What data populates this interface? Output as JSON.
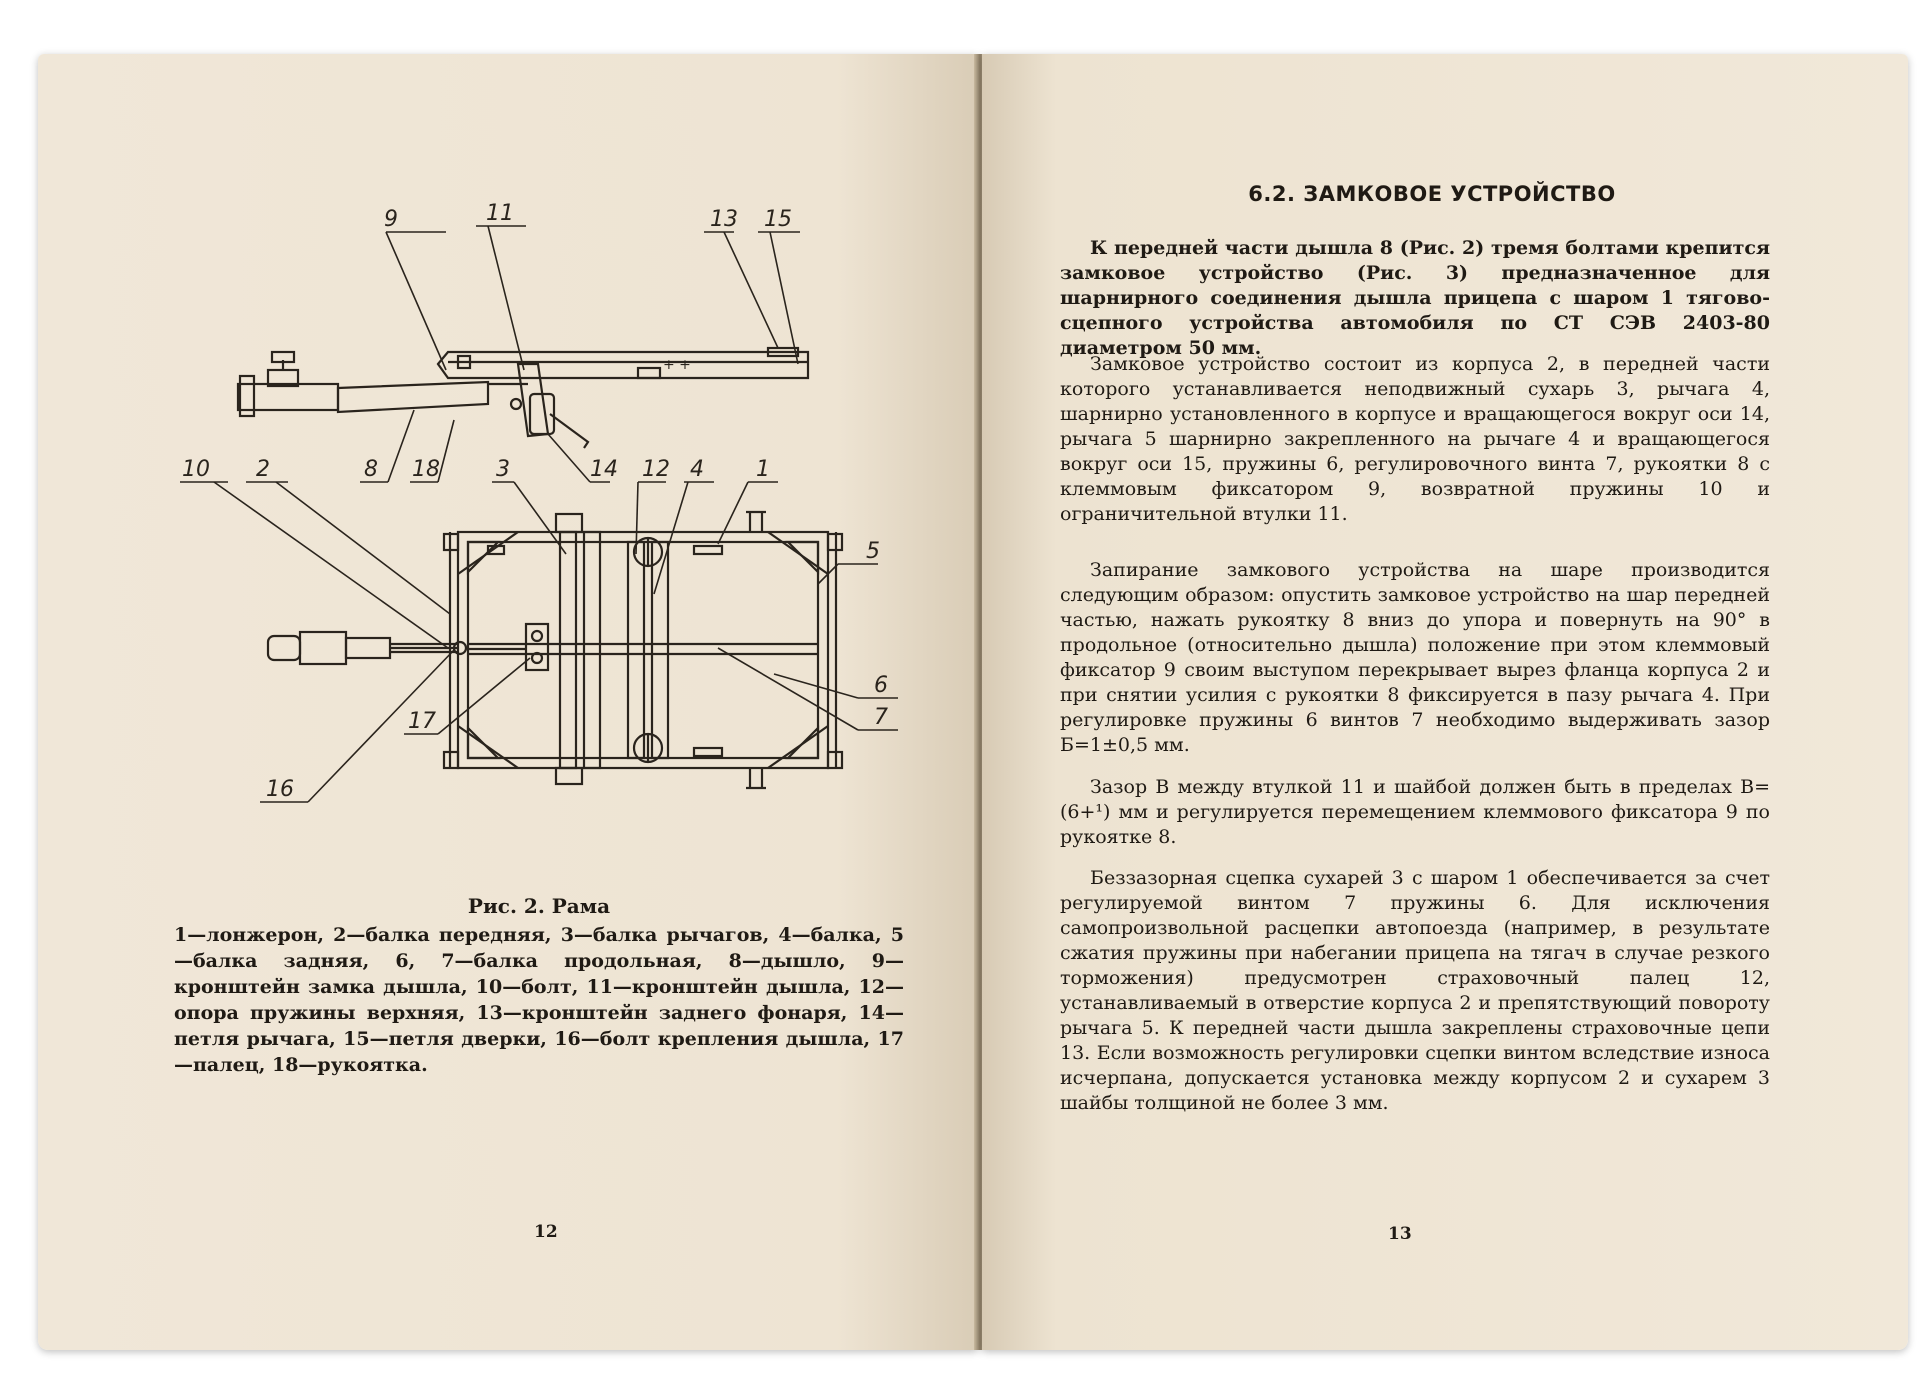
{
  "left_page": {
    "figure_labels": {
      "n9": "9",
      "n11": "11",
      "n13": "13",
      "n15": "15",
      "n10": "10",
      "n2": "2",
      "n8": "8",
      "n18": "18",
      "n3": "3",
      "n14": "14",
      "n12": "12",
      "n4": "4",
      "n1": "1",
      "n5": "5",
      "n6": "6",
      "n7": "7",
      "n17": "17",
      "n16": "16"
    },
    "caption_title": "Рис. 2. Рама",
    "caption_text": "1—лонжерон, 2—балка передняя, 3—балка рычагов, 4—балка, 5—балка задняя, 6, 7—балка продольная, 8—дышло, 9—кронштейн замка дышла, 10—болт, 11—кронштейн дышла, 12—опора пружины верхняя, 13—кронштейн заднего фонаря, 14—петля рычага, 15—петля дверки, 16—болт крепления дышла, 17—палец, 18—рукоятка.",
    "page_number": "12"
  },
  "right_page": {
    "heading": "6.2. ЗАМКОВОЕ УСТРОЙСТВО",
    "paragraphs": [
      "К передней части дышла 8 (Рис. 2) тремя болтами крепится замковое устройство (Рис. 3) предназначенное для шарнирного соединения дышла прицепа с шаром 1 тягово-сцепного устройства автомобиля по СТ СЭВ 2403-80 диаметром 50 мм.",
      "Замковое устройство состоит из корпуса 2, в передней части которого устанавливается неподвижный сухарь 3, рычага 4, шарнирно установленного в корпусе и вращающегося вокруг оси 14, рычага 5 шарнирно закрепленного на рычаге 4 и вращающегося вокруг оси 15, пружины 6, регулировочного винта 7, рукоятки 8 с клеммовым фиксатором 9, возвратной пружины 10 и ограничительной втулки 11.",
      "Запирание замкового устройства на шаре производится следующим образом: опустить замковое устройство на шар передней частью, нажать рукоятку 8 вниз до упора и повернуть на 90° в продольное (относительно дышла) положение при этом клеммовый фиксатор 9 своим выступом перекрывает вырез фланца корпуса 2 и при снятии усилия с рукоятки 8 фиксируется в пазу рычага 4. При регулировке пружины 6 винтов 7 необходимо выдерживать зазор Б=1±0,5 мм.",
      "Зазор В между втулкой 11 и шайбой должен быть в пределах В=(6+¹) мм и регулируется перемещением клеммового фиксатора 9 по рукоятке 8.",
      "Беззазорная сцепка сухарей 3 с шаром 1 обеспечивается за счет регулируемой винтом 7 пружины 6. Для исключения самопроизвольной расцепки автопоезда (например, в результате сжатия пружины при набегании прицепа на тягач в случае резкого торможения) предусмотрен страховочный палец 12, устанавливаемый в отверстие корпуса 2 и препятствующий повороту рычага 5. К передней части дышла закреплены страховочные цепи 13. Если возможность регулировки сцепки винтом вследствие износа исчерпана, допускается установка между корпусом 2 и сухарем 3 шайбы толщиной не более 3 мм."
    ],
    "page_number": "13"
  }
}
